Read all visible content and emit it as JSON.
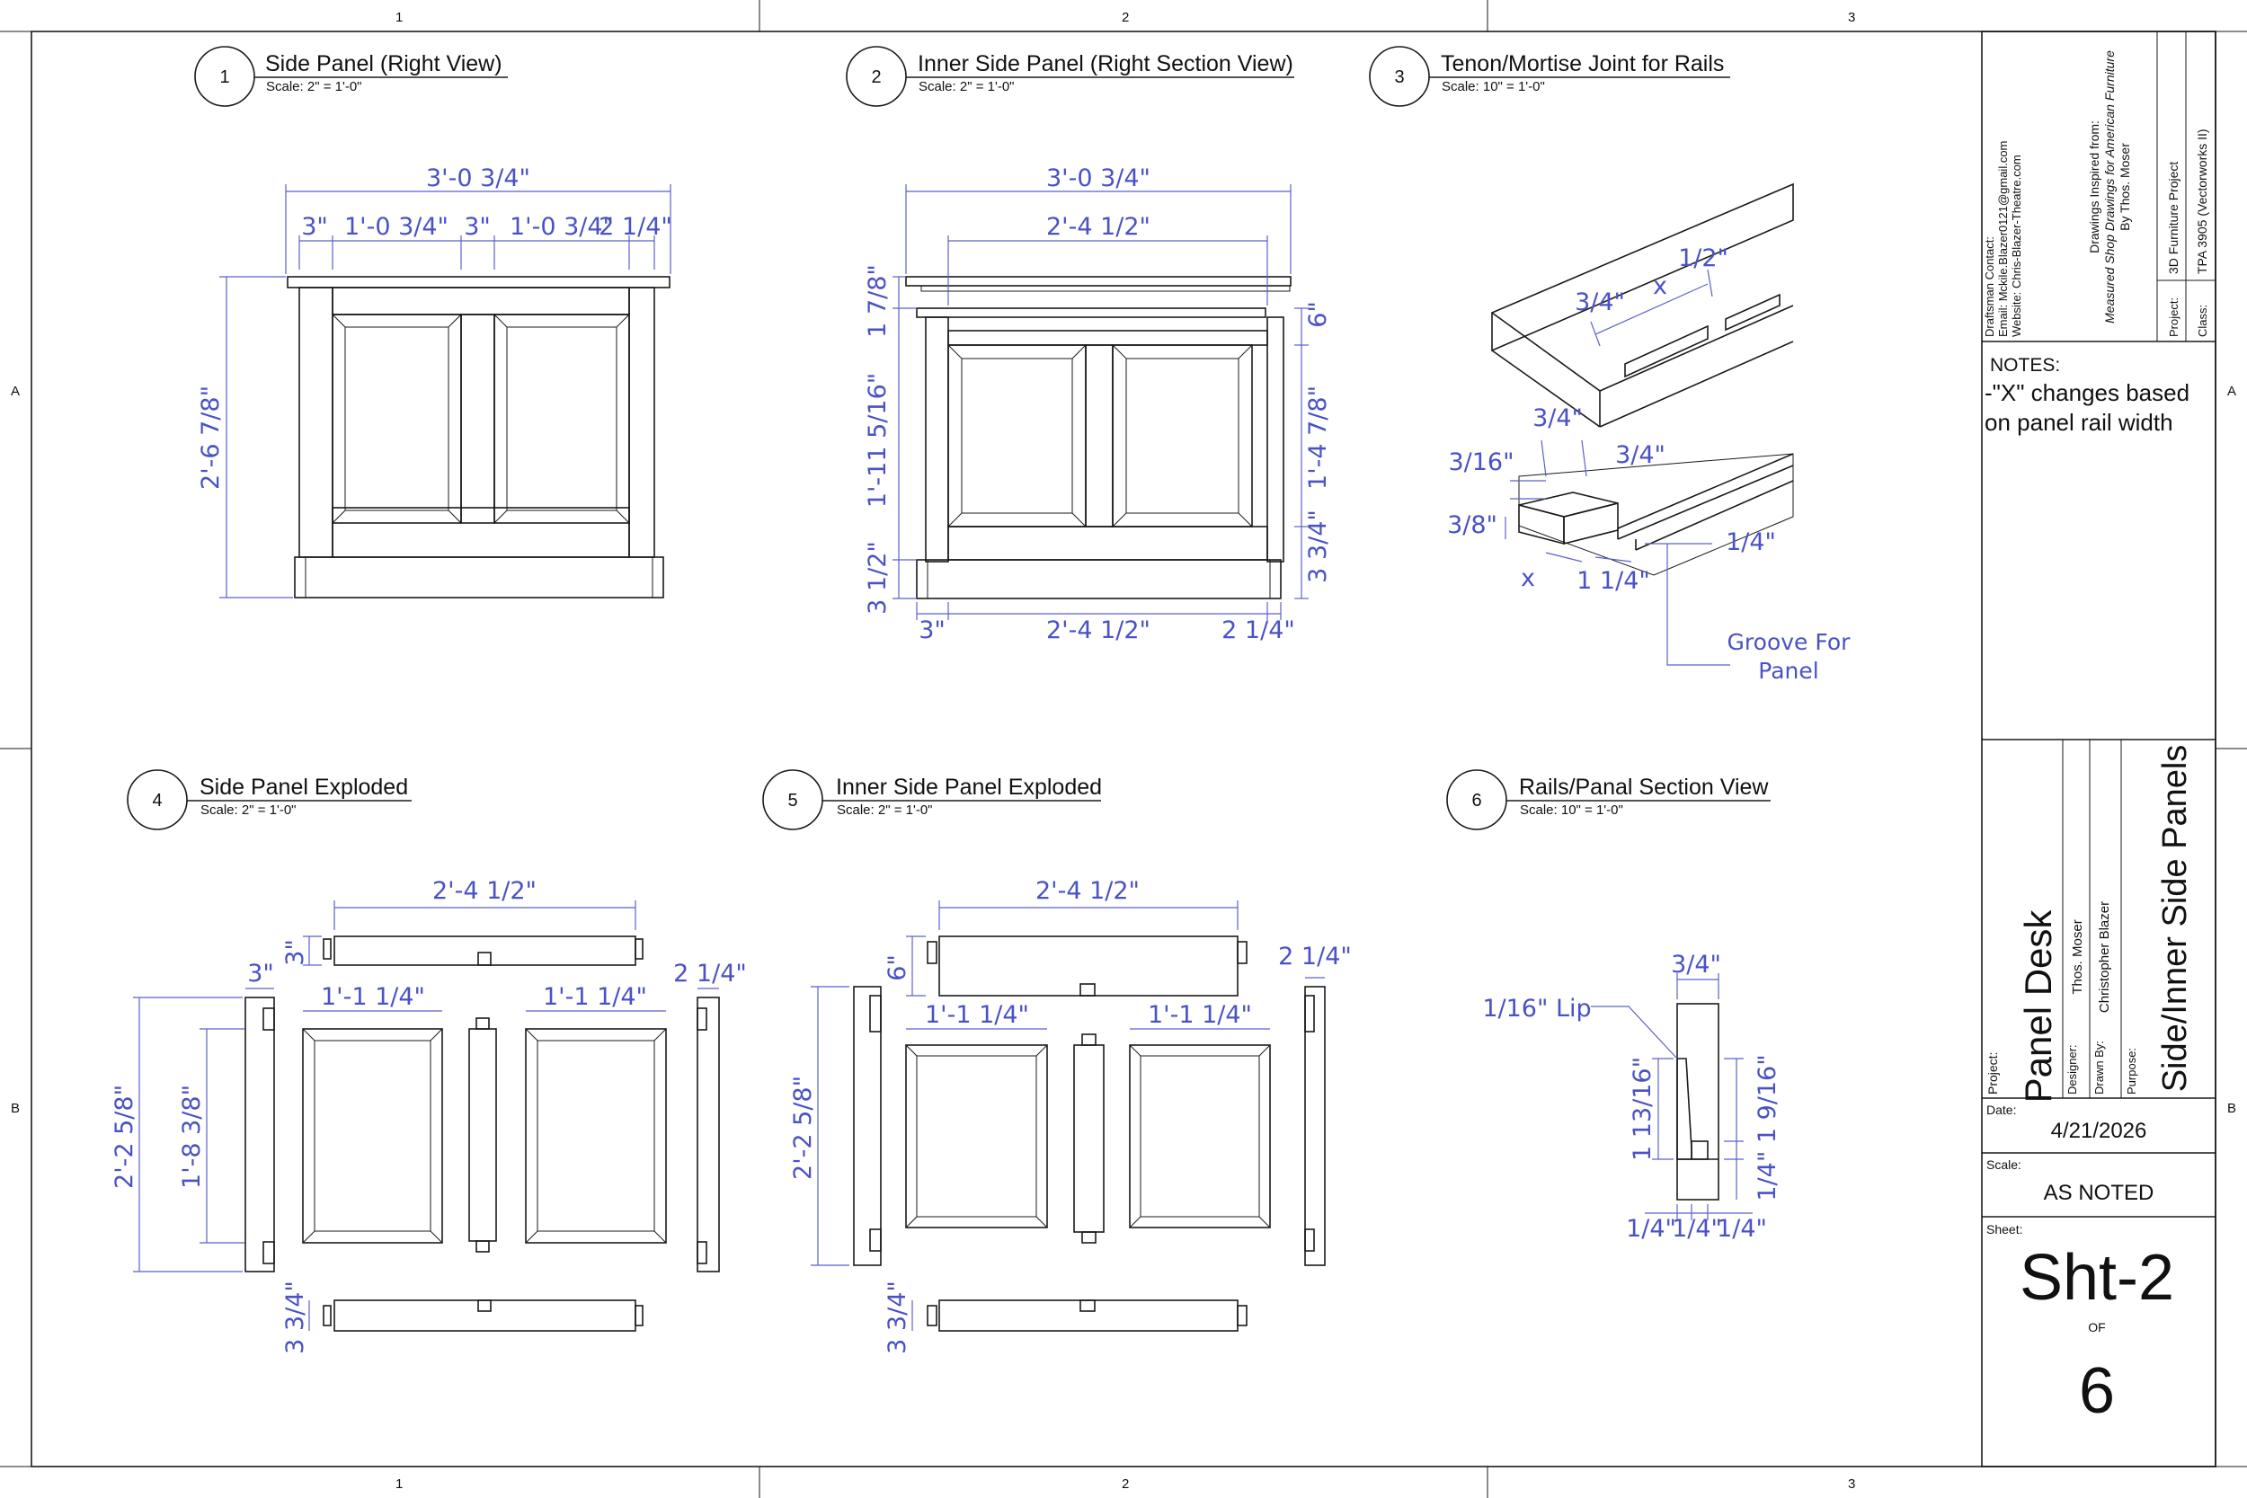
{
  "border": {
    "columns": [
      "1",
      "2",
      "3"
    ],
    "rows": [
      "A",
      "B"
    ]
  },
  "views": [
    {
      "number": "1",
      "title": "Side Panel (Right View)",
      "scale": "Scale: 2\" = 1'-0\""
    },
    {
      "number": "2",
      "title": "Inner Side Panel (Right Section View)",
      "scale": "Scale: 2\" = 1'-0\""
    },
    {
      "number": "3",
      "title": "Tenon/Mortise Joint for Rails",
      "scale": "Scale: 10\" = 1'-0\""
    },
    {
      "number": "4",
      "title": "Side Panel Exploded",
      "scale": "Scale: 2\" = 1'-0\""
    },
    {
      "number": "5",
      "title": "Inner Side Panel Exploded",
      "scale": "Scale: 2\" = 1'-0\""
    },
    {
      "number": "6",
      "title": "Rails/Panal Section View",
      "scale": "Scale: 10\" = 1'-0\""
    }
  ],
  "dims": {
    "v1": {
      "overall": "3'-0 3/4\"",
      "stile_a": "3\"",
      "panel_a": "1'-0 3/4\"",
      "stile_b": "3\"",
      "panel_b": "1'-0 3/4\"",
      "stile_c": "2 1/4\"",
      "height": "2'-6 7/8\""
    },
    "v2": {
      "overall": "3'-0 3/4\"",
      "inner": "2'-4 1/2\"",
      "top": "1 7/8\"",
      "mid": "1'-11 5/16\"",
      "bottom": "3 1/2\"",
      "rail_top": "6\"",
      "panel_h": "1'-4 7/8\"",
      "rail_bot": "3 3/4\"",
      "b_left": "3\"",
      "b_mid": "2'-4 1/2\"",
      "b_right": "2 1/4\""
    },
    "v3": {
      "half": "1/2\"",
      "three_q": "3/4\"",
      "x": "x",
      "tq2": "3/4\"",
      "tq3": "3/4\"",
      "three_16": "3/16\"",
      "three_8": "3/8\"",
      "x2": "x",
      "one_q": "1 1/4\"",
      "quarter": "1/4\"",
      "groove": "Groove For",
      "groove2": "Panel"
    },
    "v4": {
      "top_w": "2'-4 1/2\"",
      "rail_h": "3\"",
      "stile_w": "3\"",
      "panel_w1": "1'-1 1/4\"",
      "panel_w2": "1'-1 1/4\"",
      "stile_w2": "2 1/4\"",
      "height": "2'-2 5/8\"",
      "panel_h": "1'-8 3/8\"",
      "bot_rail": "3 3/4\""
    },
    "v5": {
      "top_w": "2'-4 1/2\"",
      "rail_h": "6\"",
      "stile_w2": "2 1/4\"",
      "panel_w1": "1'-1 1/4\"",
      "panel_w2": "1'-1 1/4\"",
      "height": "2'-2 5/8\"",
      "bot_rail": "3 3/4\""
    },
    "v6": {
      "width": "3/4\"",
      "lip": "1/16\" Lip",
      "left_h": "1 13/16\"",
      "right_h": "1/4\" 1 9/16\"",
      "b1": "1/4\"",
      "b2": "1/4\"",
      "b3": "1/4\""
    }
  },
  "title_block": {
    "contact_label": "Draftsman Contact:",
    "email": "Email: Mckile.Blazer0121@gmail.com",
    "website": "Website: Chris-Blazer-Theatre.com",
    "inspired1": "Drawings Inspired from:",
    "inspired2": "Measured Shop Drawings for American Furniture",
    "inspired3": "By Thos. Moser",
    "project_label": "Project:",
    "project_value": "3D Furniture Project",
    "class_label": "Class:",
    "class_value": "TPA 3905 (Vectorworks II)",
    "notes_label": "NOTES:",
    "notes_line1": "-\"X\" changes based",
    "notes_line2": "on panel rail width",
    "project2_label": "Project:",
    "project_name": "Panel Desk",
    "designer_label": "Designer:",
    "designer": "Thos. Moser",
    "drawnby_label": "Drawn By:",
    "drawnby": "Christopher Blazer",
    "purpose_label": "Purpose:",
    "purpose": "Side/Inner Side Panels",
    "date_label": "Date:",
    "date": "4/21/2026",
    "scale_label": "Scale:",
    "scale": "AS NOTED",
    "sheet_label": "Sheet:",
    "sheet": "Sht-2",
    "of": "OF",
    "total": "6"
  }
}
